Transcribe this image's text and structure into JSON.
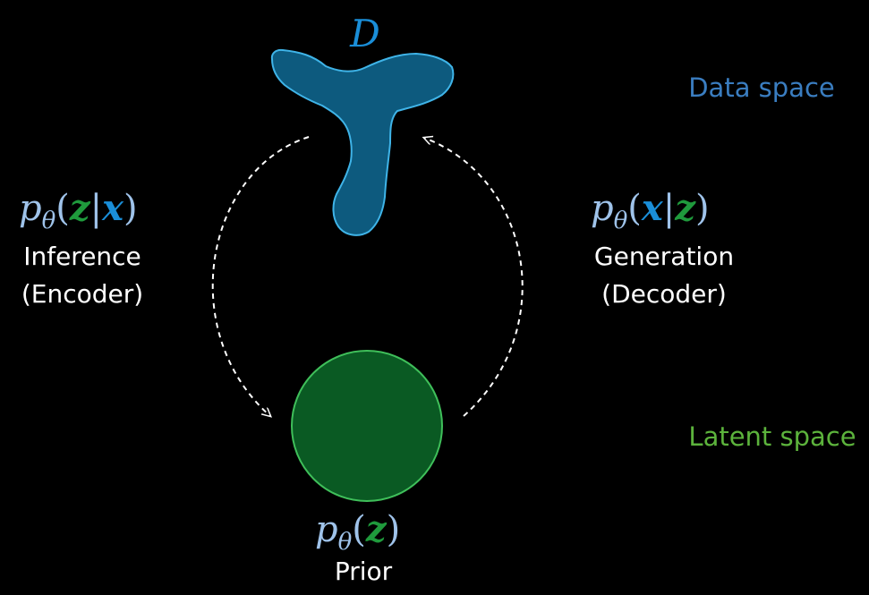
{
  "colors": {
    "background": "#000000",
    "data_blob_fill": "#0d5a7e",
    "data_blob_stroke": "#3fb4e8",
    "prior_fill": "#0a5a23",
    "prior_stroke": "#3fbf5a",
    "data_space_label": "#3a7dc0",
    "latent_space_label": "#5cb33c",
    "math_base": "#9fc3ea",
    "z_green": "#1f9a3c",
    "x_blue": "#1a8ed8",
    "arrow": "#ffffff"
  },
  "data_set": {
    "symbol": "D"
  },
  "labels": {
    "data_space": "Data space",
    "latent_space": "Latent space"
  },
  "encoder": {
    "formula": {
      "p": "p",
      "sub": "θ",
      "open": "(",
      "left_var": "z",
      "bar": "|",
      "right_var": "x",
      "close": ")"
    },
    "line1": "Inference",
    "line2": "(Encoder)"
  },
  "decoder": {
    "formula": {
      "p": "p",
      "sub": "θ",
      "open": "(",
      "left_var": "x",
      "bar": "|",
      "right_var": "z",
      "close": ")"
    },
    "line1": "Generation",
    "line2": "(Decoder)"
  },
  "prior": {
    "formula": {
      "p": "p",
      "sub": "θ",
      "open": "(",
      "var": "z",
      "close": ")"
    },
    "caption": "Prior"
  }
}
